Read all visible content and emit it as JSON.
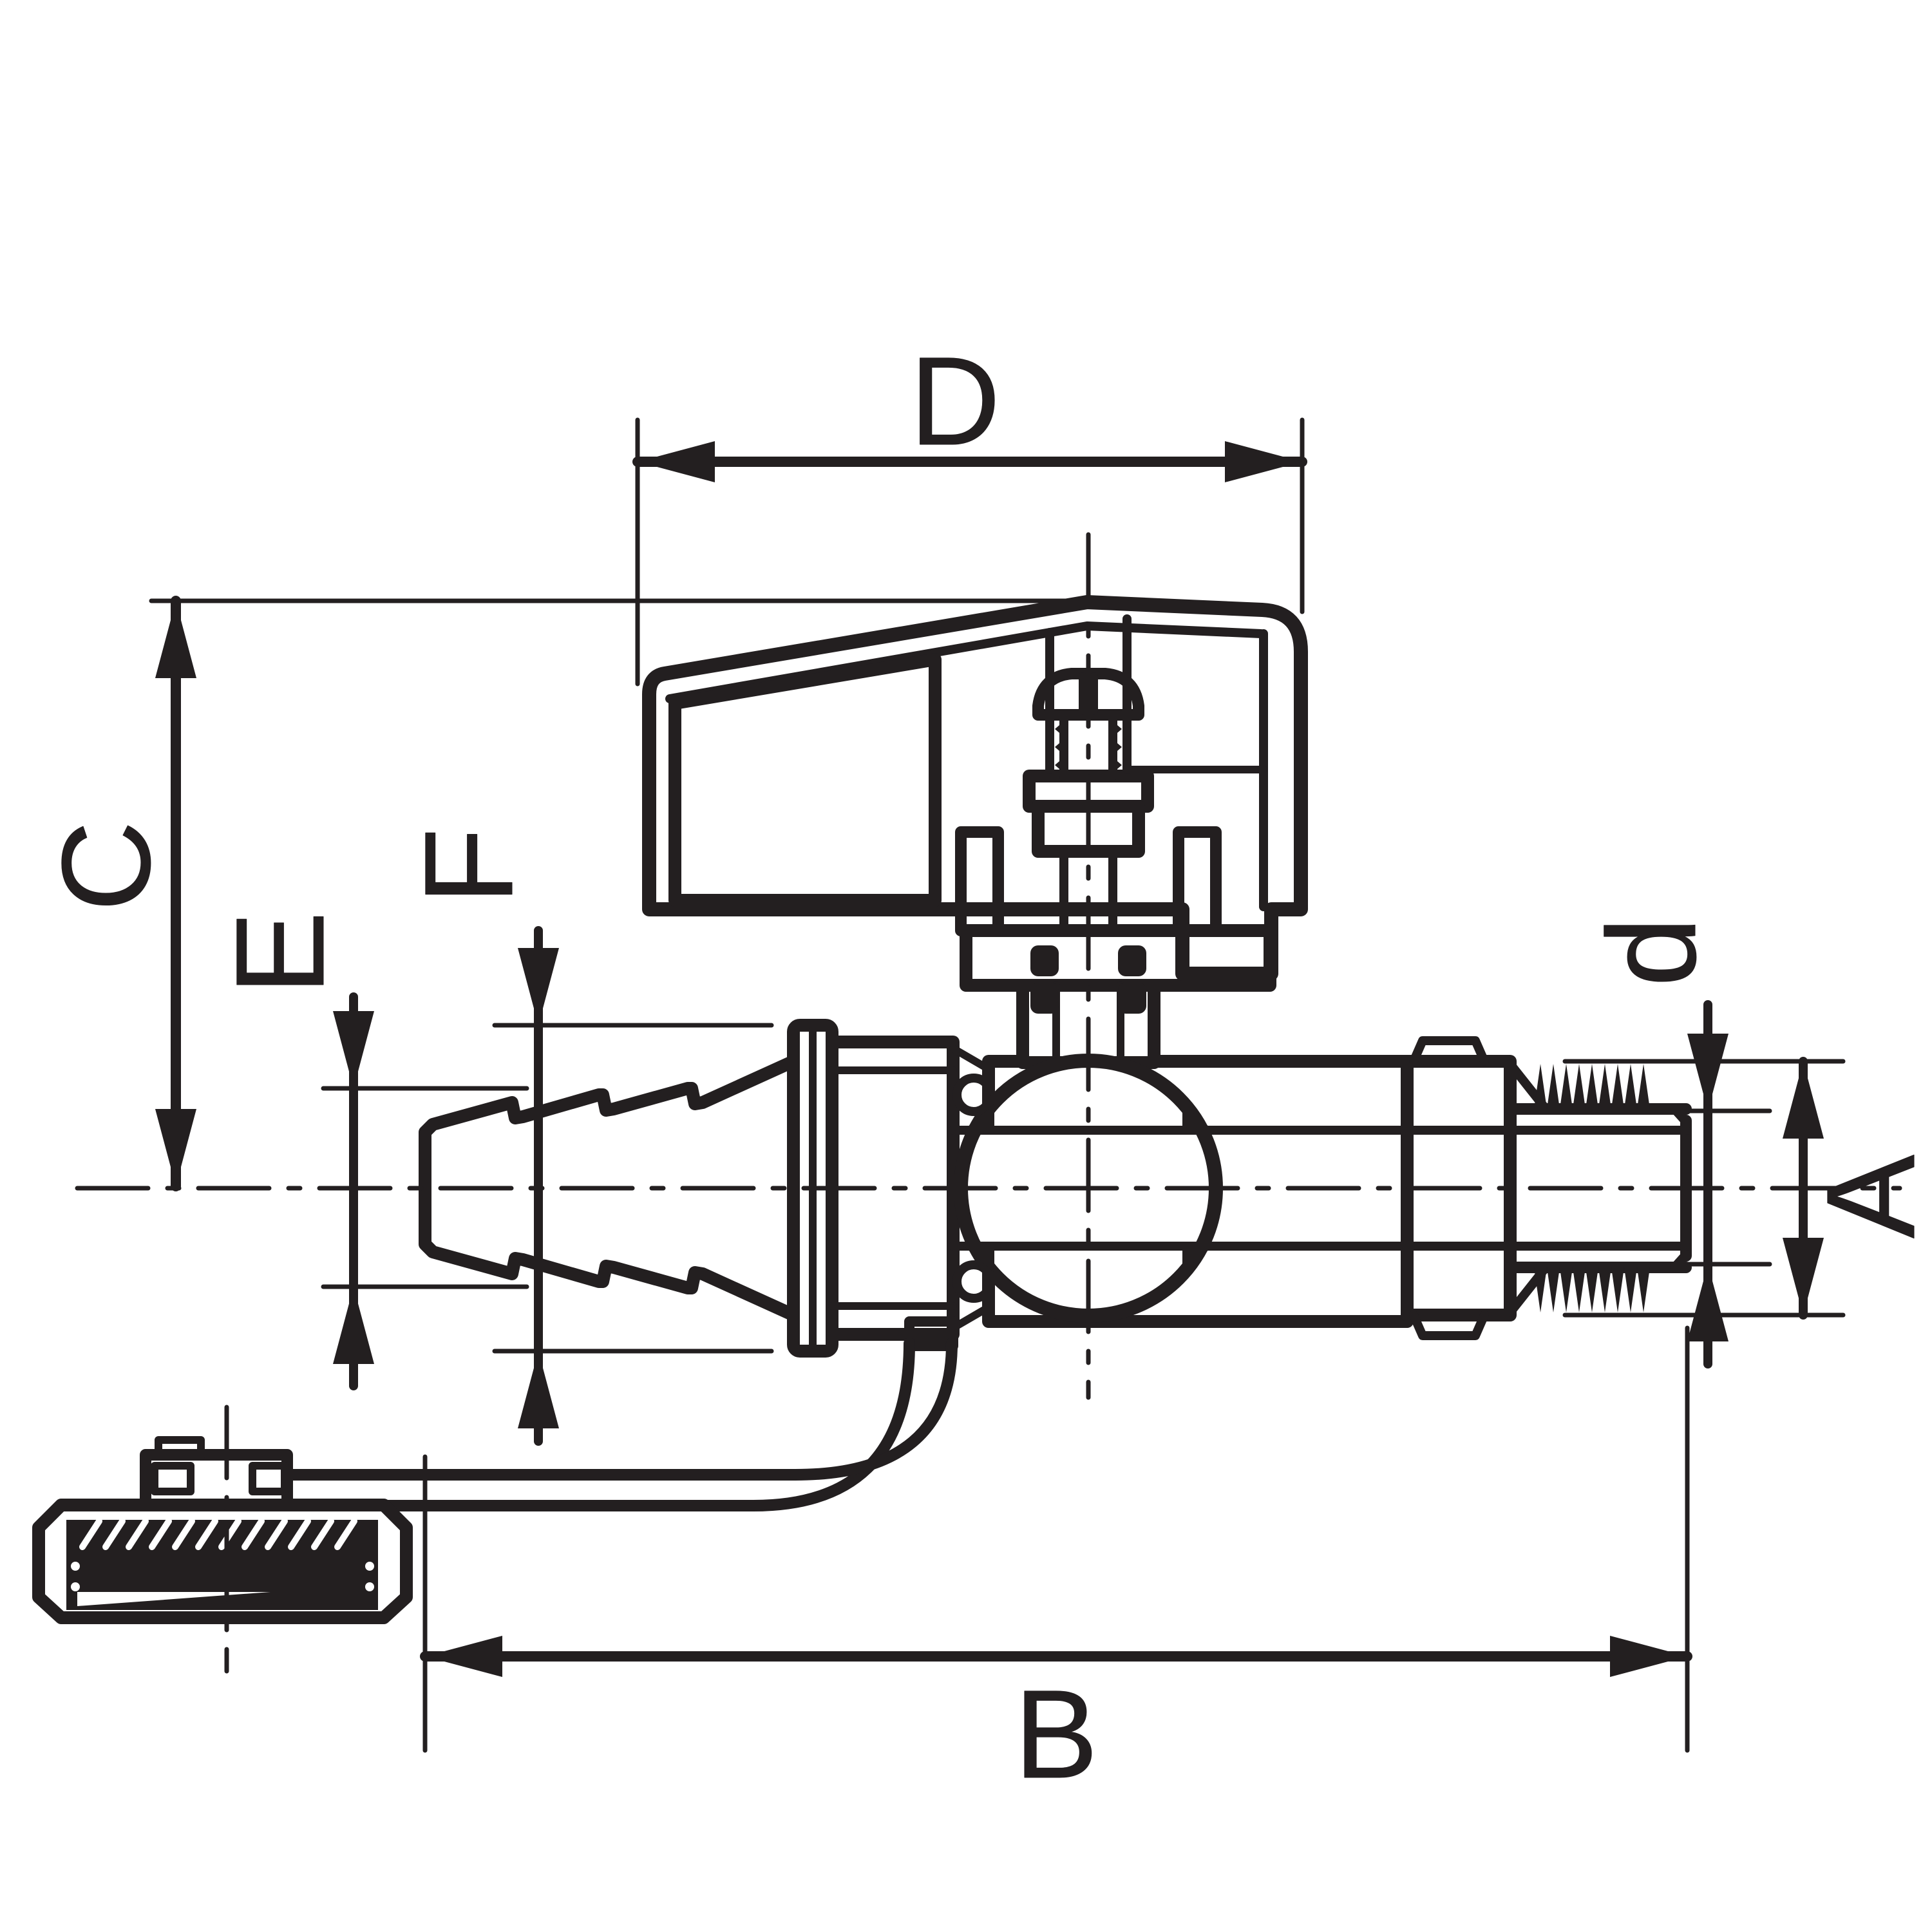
{
  "colors": {
    "ink": "#231f20",
    "background": "#ffffff"
  },
  "dimension_labels": {
    "D": "D",
    "C": "C",
    "E": "E",
    "F": "F",
    "d": "d",
    "A": "A",
    "B": "B"
  }
}
